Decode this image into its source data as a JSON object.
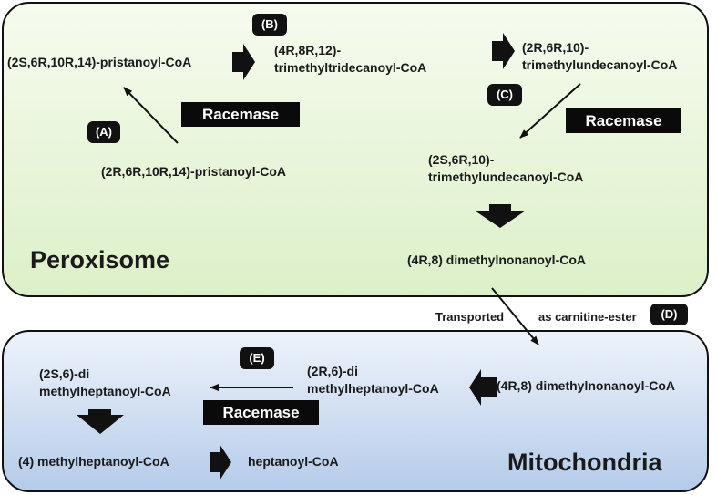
{
  "peroxisome": {
    "label": "Peroxisome",
    "pristanoyl_2s": "(2S,6R,10R,14)-pristanoyl-CoA",
    "pristanoyl_2r": "(2R,6R,10R,14)-pristanoyl-CoA",
    "trimethyltridecanoyl_l1": "(4R,8R,12)-",
    "trimethyltridecanoyl_l2": "trimethyltridecanoyl-CoA",
    "trimethylundecanoyl_2r_l1": "(2R,6R,10)-",
    "trimethylundecanoyl_2r_l2": "trimethylundecanoyl-CoA",
    "trimethylundecanoyl_2s_l1": "(2S,6R,10)-",
    "trimethylundecanoyl_2s_l2": "trimethylundecanoyl-CoA",
    "dimethylnonanoyl": "(4R,8) dimethylnonanoyl-CoA"
  },
  "transport": {
    "left": "Transported",
    "right": "as carnitine-ester"
  },
  "mitochondria": {
    "label": "Mitochondria",
    "dimethylnonanoyl": "(4R,8) dimethylnonanoyl-CoA",
    "methylheptanoyl_2r_l1": "(2R,6)-di",
    "methylheptanoyl_2r_l2": "methylheptanoyl-CoA",
    "methylheptanoyl_2s_l1": "(2S,6)-di",
    "methylheptanoyl_2s_l2": "methylheptanoyl-CoA",
    "methylheptanoyl_4": "(4) methylheptanoyl-CoA",
    "heptanoyl": "heptanoyl-CoA"
  },
  "badges": {
    "a": "(A)",
    "b": "(B)",
    "c": "(C)",
    "d": "(D)",
    "e": "(E)"
  },
  "racemase_label": "Racemase"
}
